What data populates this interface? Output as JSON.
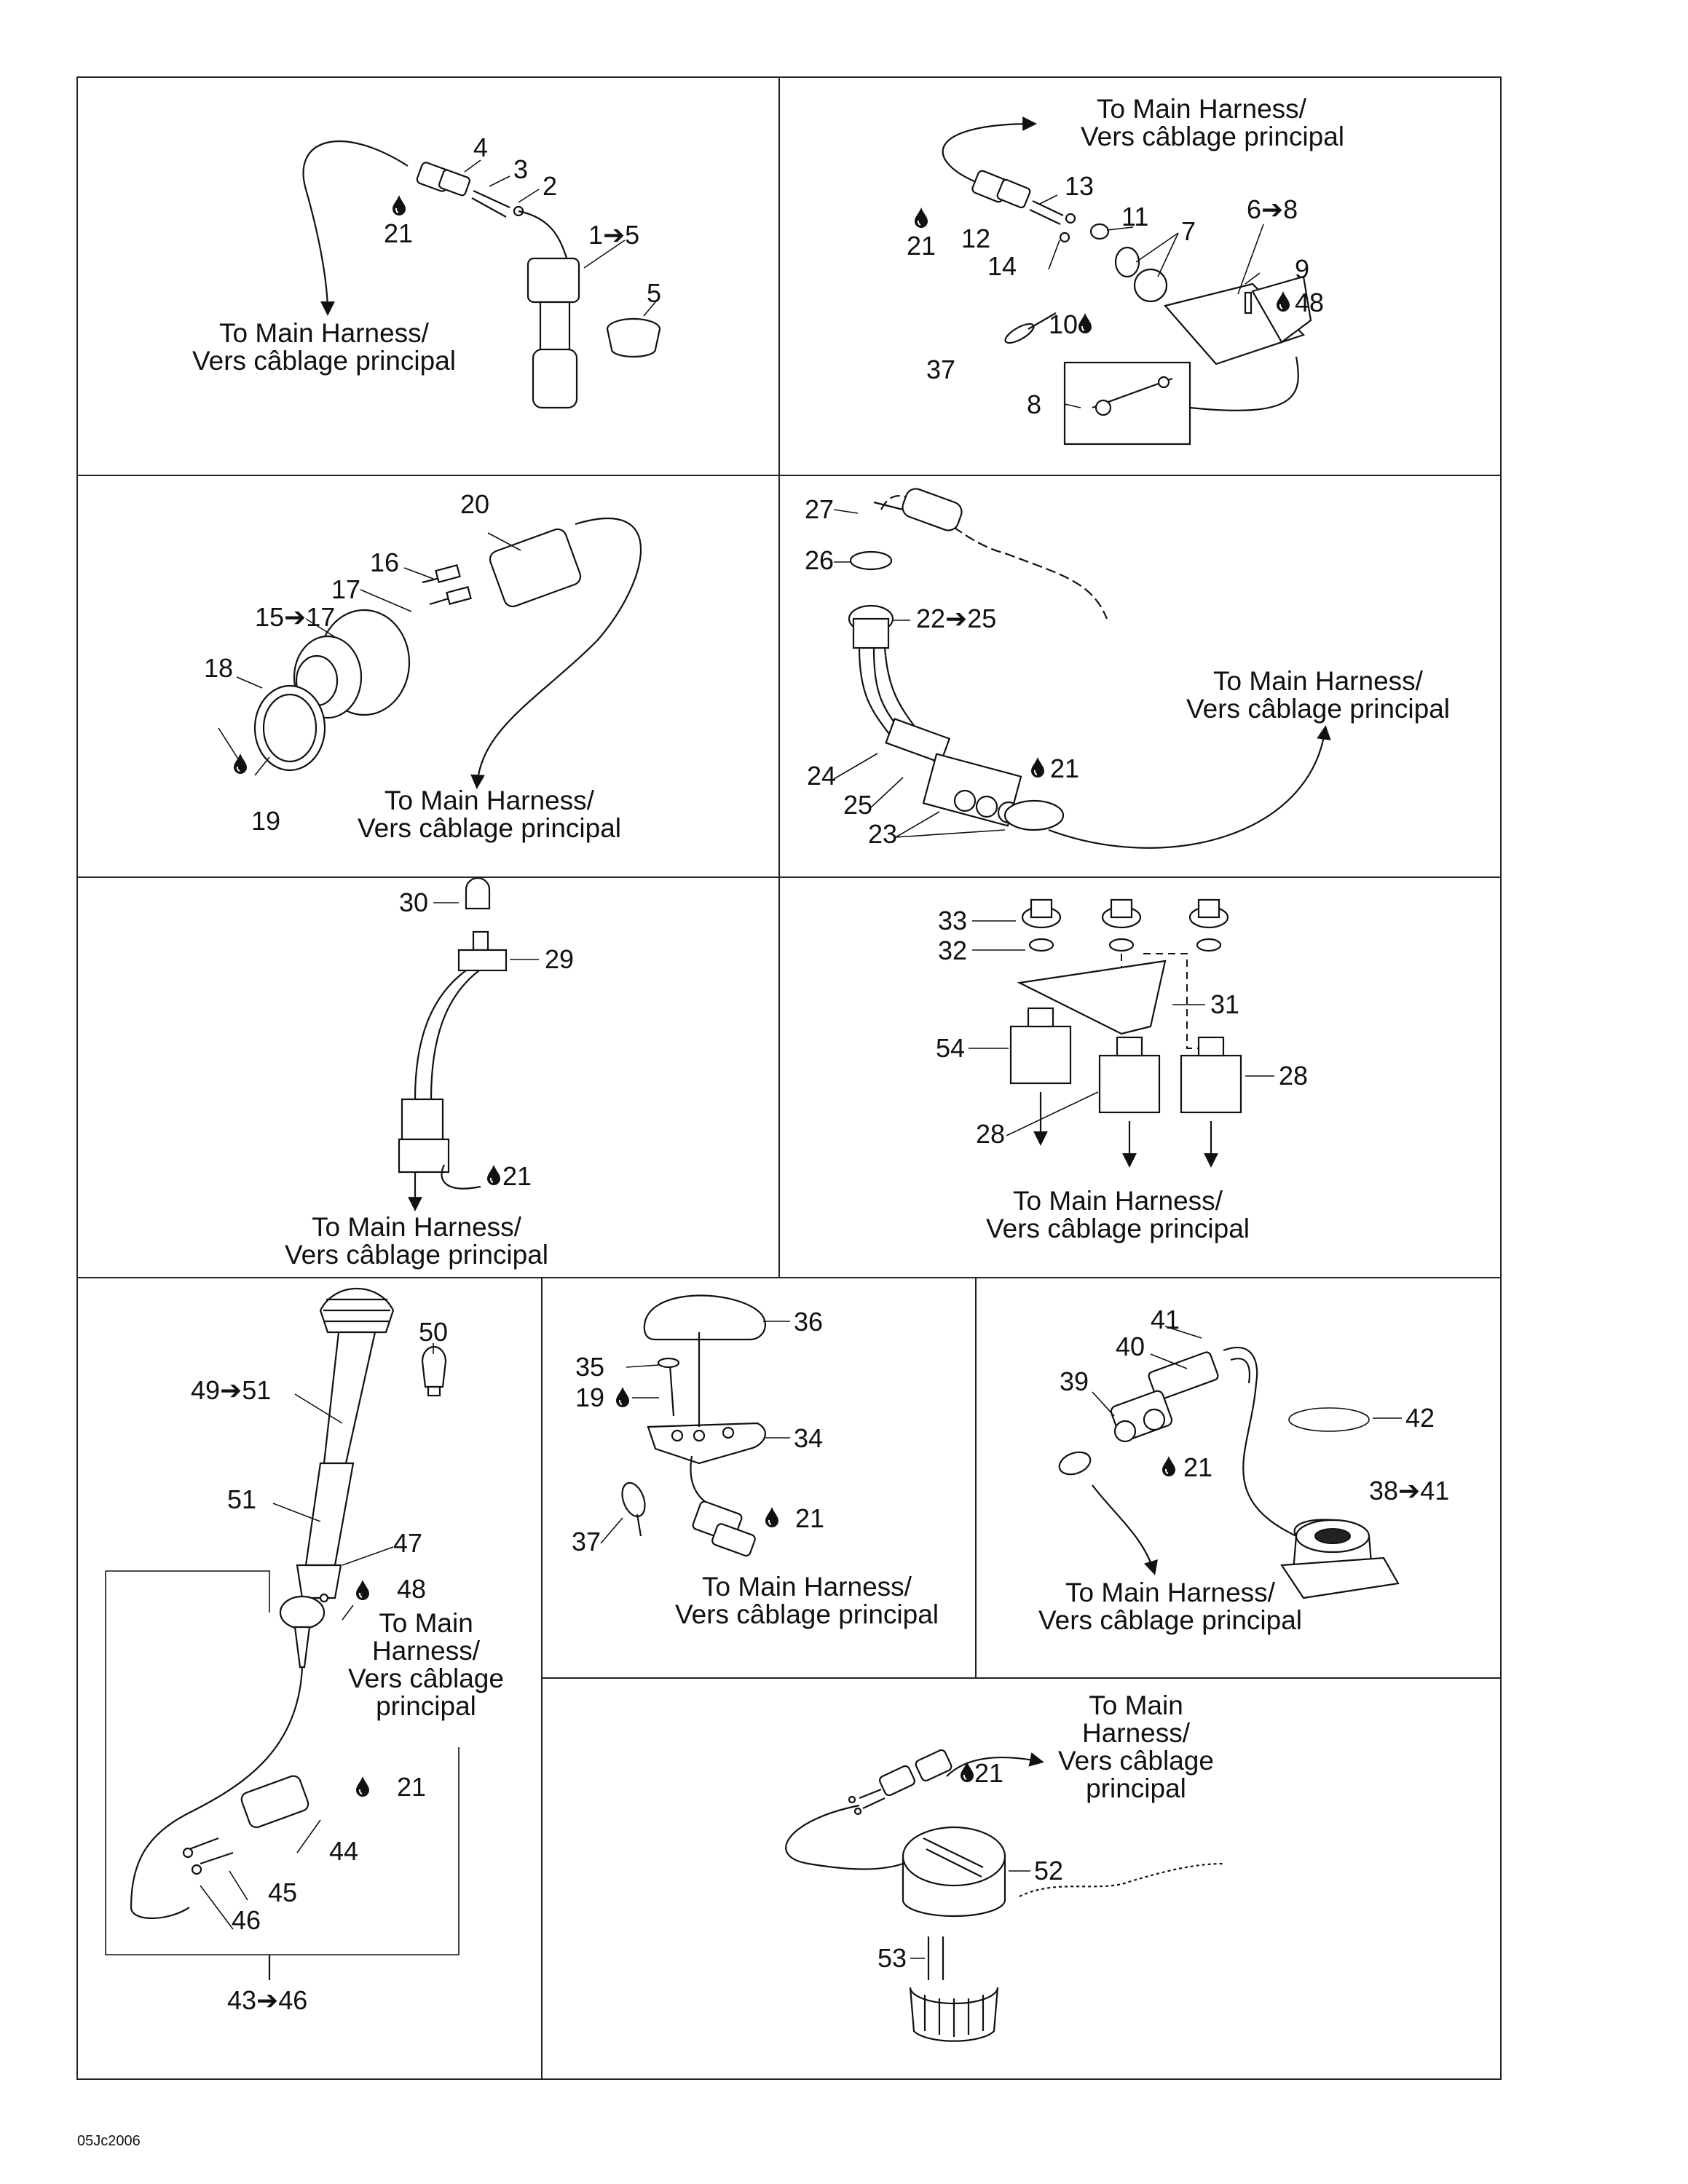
{
  "caption_harness": [
    "To Main Harness/",
    "Vers câblage principal"
  ],
  "caption_harness_stacked": [
    "To Main",
    "Harness/",
    "Vers câblage",
    "principal"
  ],
  "labels": {
    "p1": [
      "4",
      "3",
      "2",
      "1➔5",
      "5",
      "21"
    ],
    "p2": [
      "13",
      "11",
      "7",
      "6➔8",
      "9",
      "48",
      "12",
      "14",
      "21",
      "10",
      "37",
      "8"
    ],
    "p3": [
      "20",
      "16",
      "17",
      "15➔17",
      "18",
      "19"
    ],
    "p4": [
      "27",
      "26",
      "22➔25",
      "24",
      "25",
      "23",
      "21"
    ],
    "p5": [
      "30",
      "29",
      "21"
    ],
    "p6": [
      "33",
      "32",
      "31",
      "54",
      "28",
      "28"
    ],
    "p7": [
      "50",
      "49➔51",
      "51",
      "47",
      "48",
      "21",
      "44",
      "45",
      "46",
      "43➔46"
    ],
    "p8": [
      "36",
      "35",
      "19",
      "34",
      "37",
      "21"
    ],
    "p9": [
      "41",
      "40",
      "39",
      "42",
      "21",
      "38➔41"
    ],
    "p10": [
      "21",
      "52",
      "53"
    ]
  },
  "footer_code": "05Jc2006"
}
